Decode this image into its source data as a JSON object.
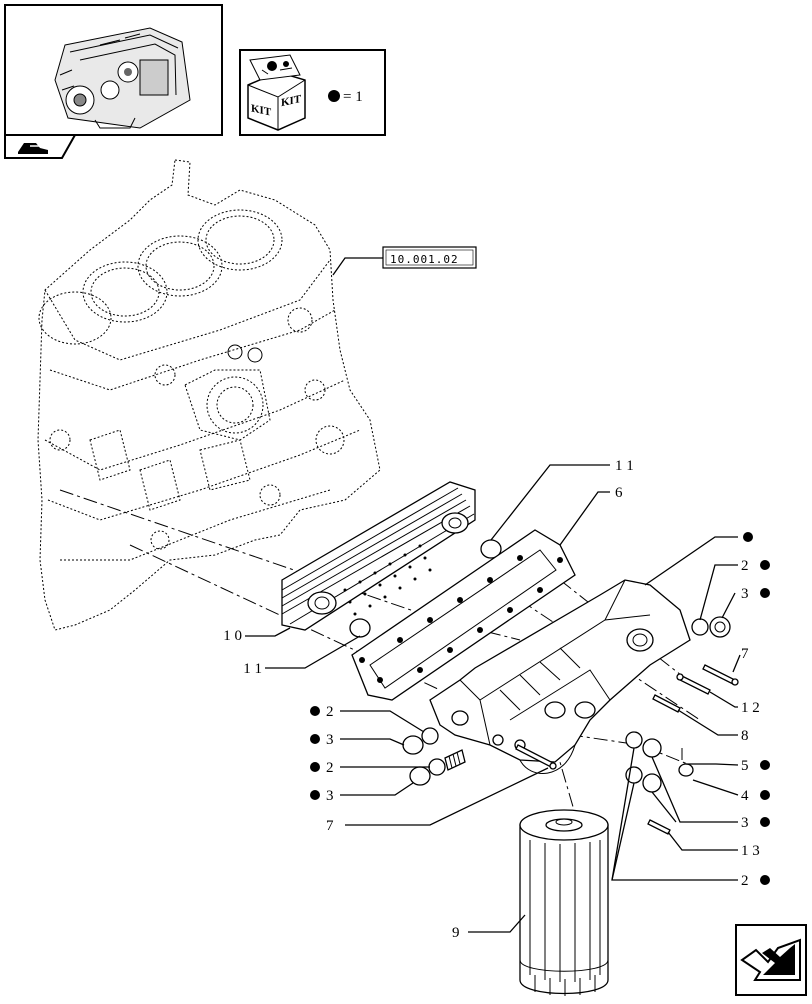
{
  "kit": {
    "label1": "KIT",
    "label2": "KIT",
    "legend_eq": "= 1"
  },
  "reference": "10.001.02",
  "callouts": {
    "c11_top": "1 1",
    "c6": "6",
    "c10": "1 0",
    "c11_left": "1 1",
    "c2_r1": "2",
    "c3_r1": "3",
    "c7_r": "7",
    "c12": "1 2",
    "c8": "8",
    "c5": "5",
    "c4": "4",
    "c3_r2": "3",
    "c13": "1 3",
    "c2_r2": "2",
    "c2_l1": "2",
    "c3_l1": "3",
    "c2_l2": "2",
    "c3_l2": "3",
    "c7_l": "7",
    "c9": "9"
  },
  "colors": {
    "ink": "#000000",
    "paper": "#ffffff"
  },
  "icons": [
    "engine-thumbnail",
    "kit-box-icon",
    "kit-marker-dot",
    "vehicle-nav-icon",
    "next-page-arrow-icon"
  ]
}
